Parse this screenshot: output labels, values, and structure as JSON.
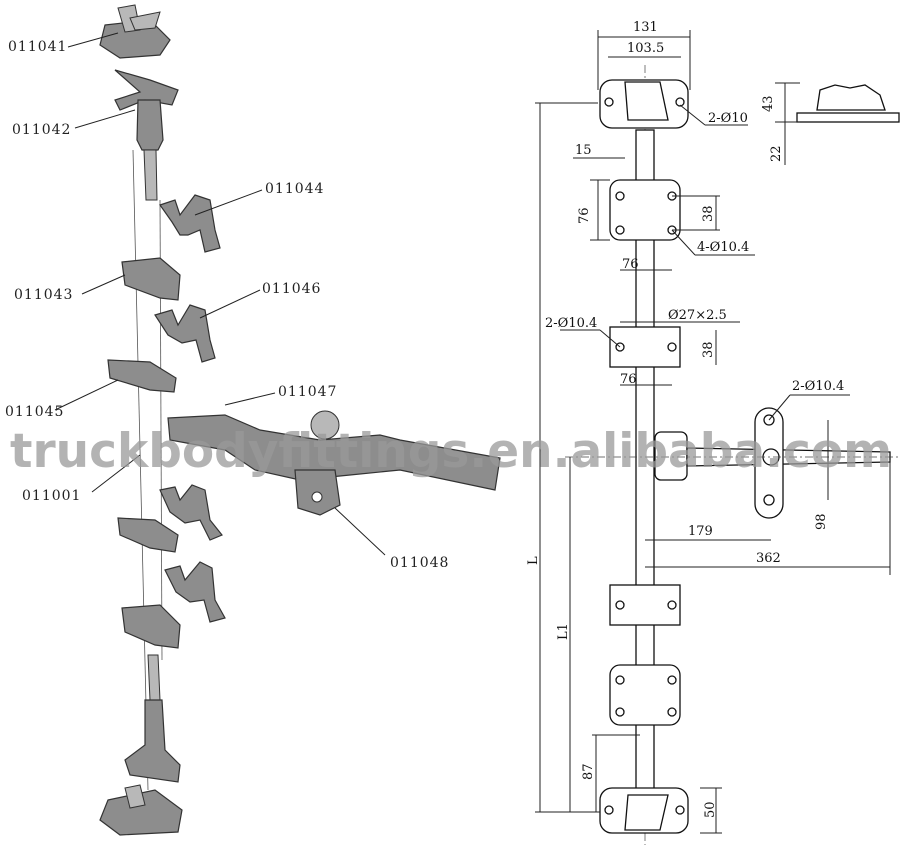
{
  "exploded_view": {
    "part_labels": [
      "011041",
      "011042",
      "011044",
      "011043",
      "011046",
      "011045",
      "011047",
      "011001",
      "011048"
    ]
  },
  "dimension_drawing": {
    "dimensions": {
      "top_width": "131",
      "top_inner_width": "103.5",
      "top_holes": "2-Ø10",
      "side_height": "43",
      "side_offset": "22",
      "top_edge_offset": "15",
      "bracket_height": "76",
      "bracket_hole_spacing": "38",
      "bracket_holes": "4-Ø10.4",
      "bracket_width": "76",
      "guide_holes": "2-Ø10.4",
      "rod_diameter": "Ø27×2.5",
      "guide_hole_spacing": "38",
      "guide_width": "76",
      "handle_holes": "2-Ø10.4",
      "handle_offset": "179",
      "handle_height": "98",
      "handle_length": "362",
      "total_length": "L",
      "handle_position": "L1",
      "bottom_offset": "87",
      "bottom_height": "50"
    }
  },
  "watermark": "truckbodyfittings.en.alibaba.com"
}
